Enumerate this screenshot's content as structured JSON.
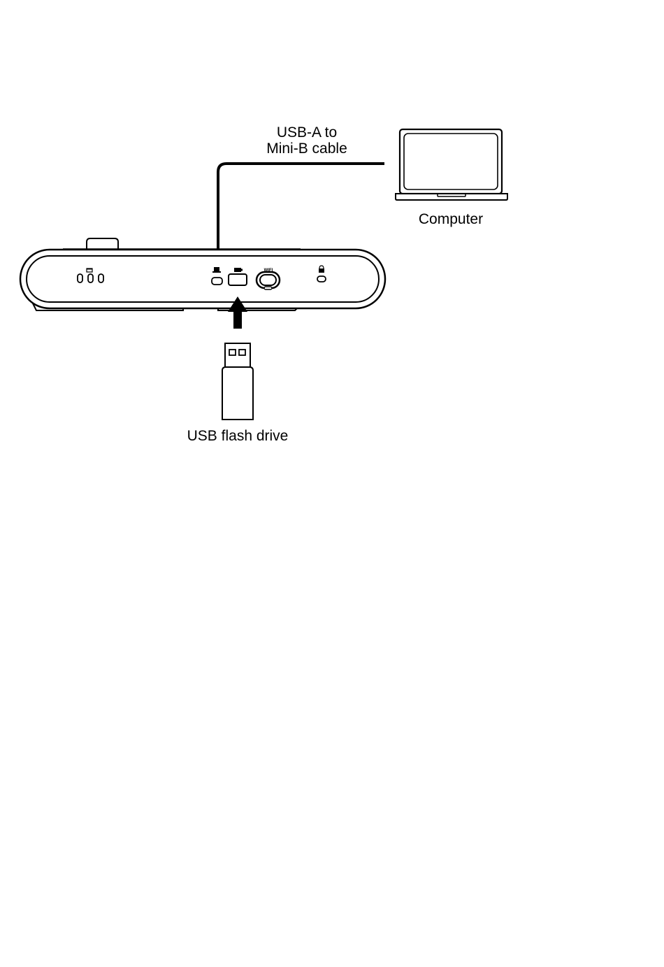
{
  "labels": {
    "cable_line1": "USB-A to",
    "cable_line2": "Mini-B cable",
    "computer": "Computer",
    "flash_drive": "USB flash drive"
  },
  "colors": {
    "stroke": "#000000",
    "background": "#ffffff",
    "arrow": "#000000"
  },
  "icons": {
    "computer": "laptop-icon",
    "flash_drive": "usb-flash-drive-icon",
    "arrow": "arrow-up-icon",
    "device": "controller-rear-panel"
  }
}
